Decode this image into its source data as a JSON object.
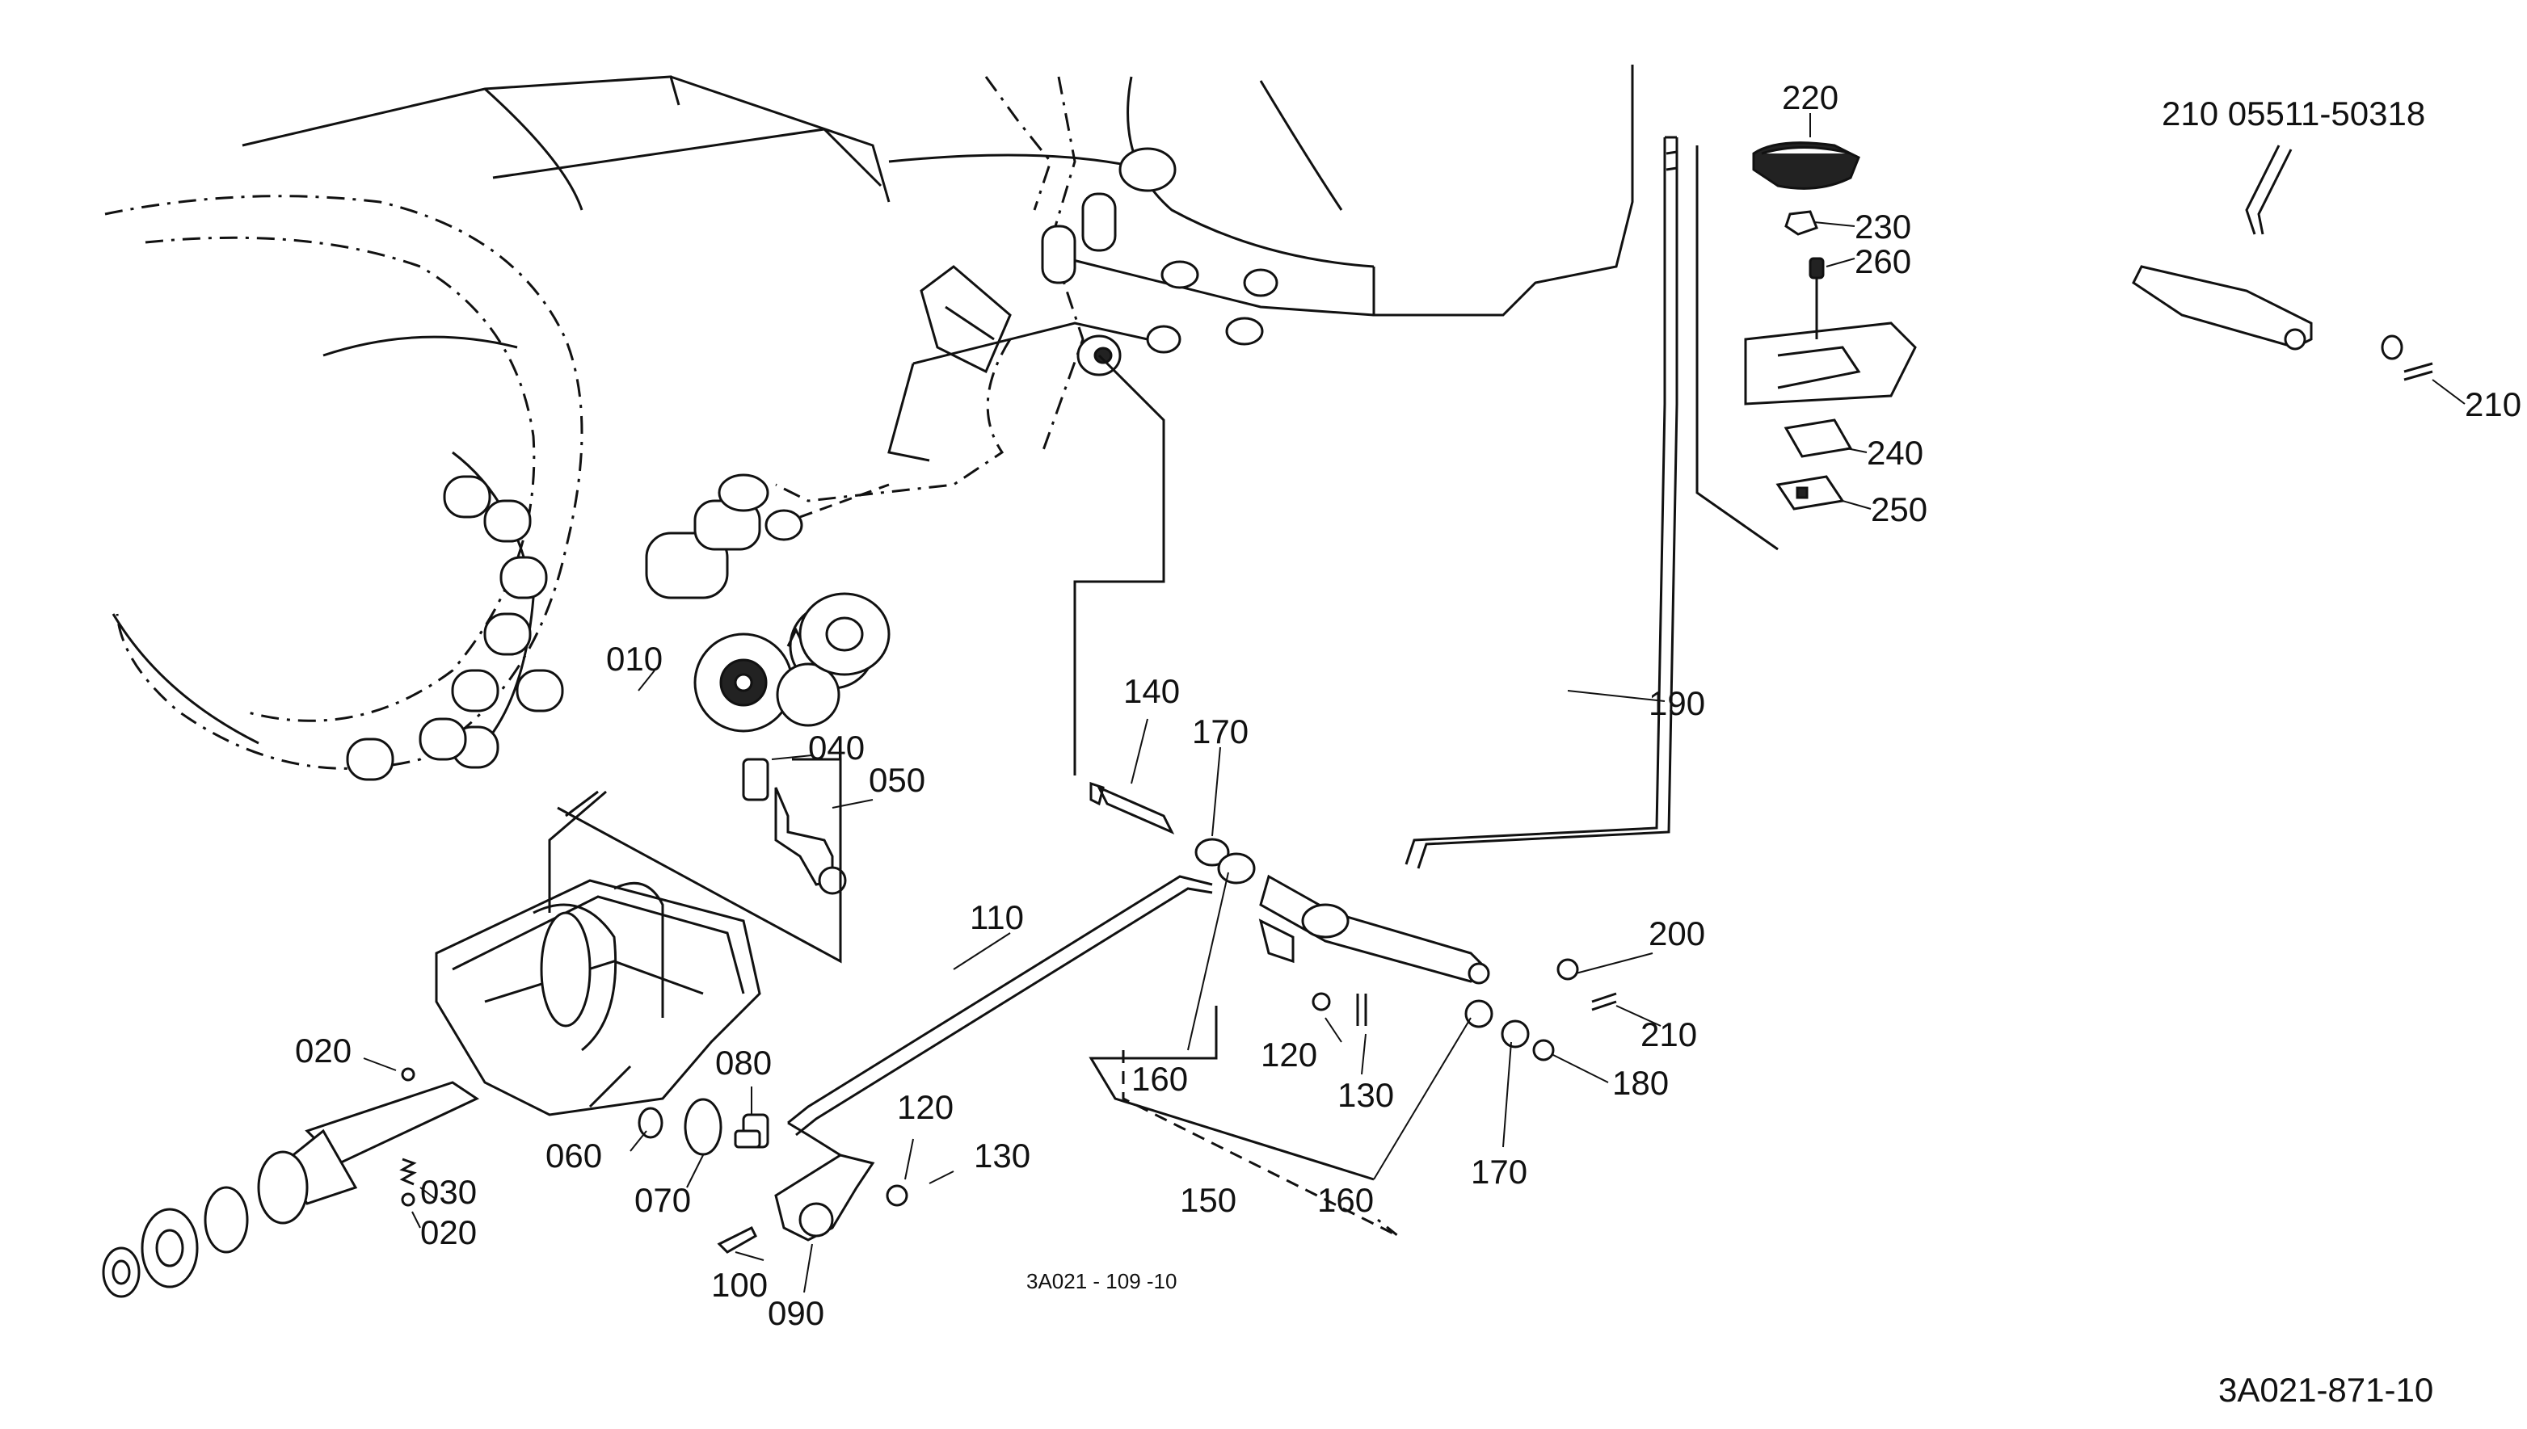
{
  "diagram": {
    "inset_label": "210 05511-50318",
    "drawing_code": "3A021 - 109 -10",
    "footer_code": "3A021-871-10",
    "callouts": {
      "c010": "010",
      "c020a": "020",
      "c020b": "020",
      "c030": "030",
      "c040": "040",
      "c050": "050",
      "c060": "060",
      "c070": "070",
      "c080": "080",
      "c090": "090",
      "c100": "100",
      "c110": "110",
      "c120a": "120",
      "c120b": "120",
      "c130a": "130",
      "c130b": "130",
      "c140": "140",
      "c150": "150",
      "c160a": "160",
      "c160b": "160",
      "c170a": "170",
      "c170b": "170",
      "c180": "180",
      "c190": "190",
      "c200": "200",
      "c210a": "210",
      "c210b": "210",
      "c220": "220",
      "c230": "230",
      "c240": "240",
      "c250": "250",
      "c260": "260"
    }
  }
}
